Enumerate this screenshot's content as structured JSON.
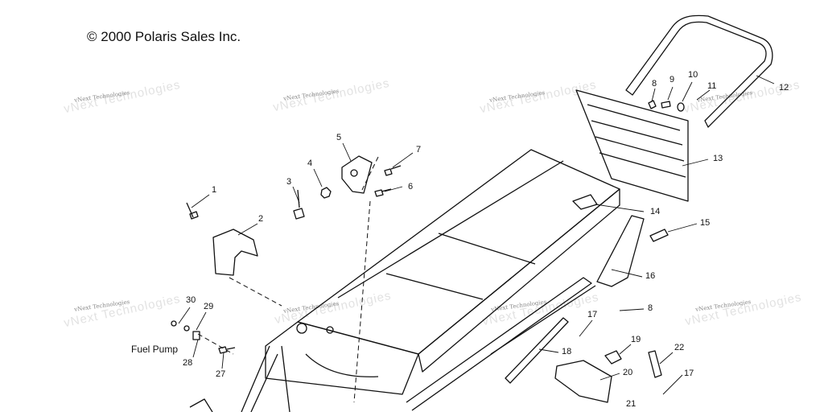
{
  "copyright": "© 2000 Polaris Sales Inc.",
  "watermark": "vNext Technologies",
  "fuel_pump_label": "Fuel Pump",
  "callouts": [
    "1",
    "2",
    "3",
    "4",
    "5",
    "6",
    "7",
    "8",
    "9",
    "10",
    "11",
    "12",
    "13",
    "14",
    "15",
    "16",
    "8",
    "17",
    "18",
    "19",
    "20",
    "21",
    "22",
    "17",
    "30",
    "29",
    "28",
    "27"
  ],
  "colors": {
    "line": "#111111",
    "watermark": "#888888"
  }
}
